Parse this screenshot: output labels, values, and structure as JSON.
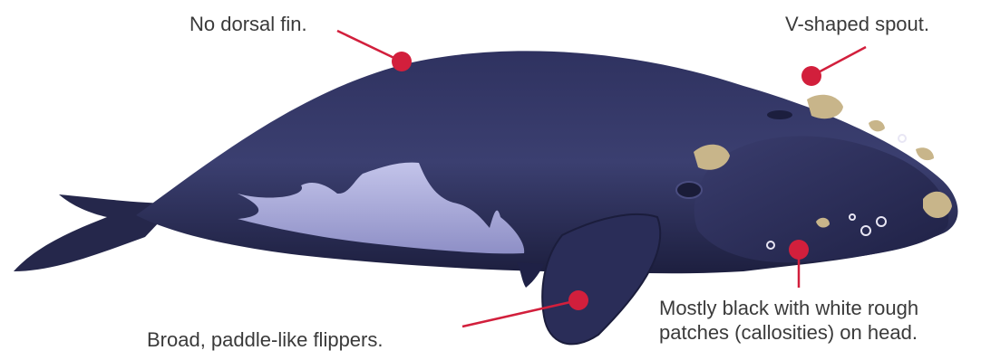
{
  "annotations": {
    "dorsal": "No dorsal fin.",
    "spout": "V-shaped spout.",
    "flippers": "Broad, paddle-like flippers.",
    "color_line1": "Mostly black with white rough",
    "color_line2": "patches (callosities) on head."
  },
  "colors": {
    "body": "#27294f",
    "belly_patch": "#a5a6d8",
    "callosity": "#c8b58a",
    "marker": "#d21f3c",
    "text": "#3a3a3a"
  }
}
